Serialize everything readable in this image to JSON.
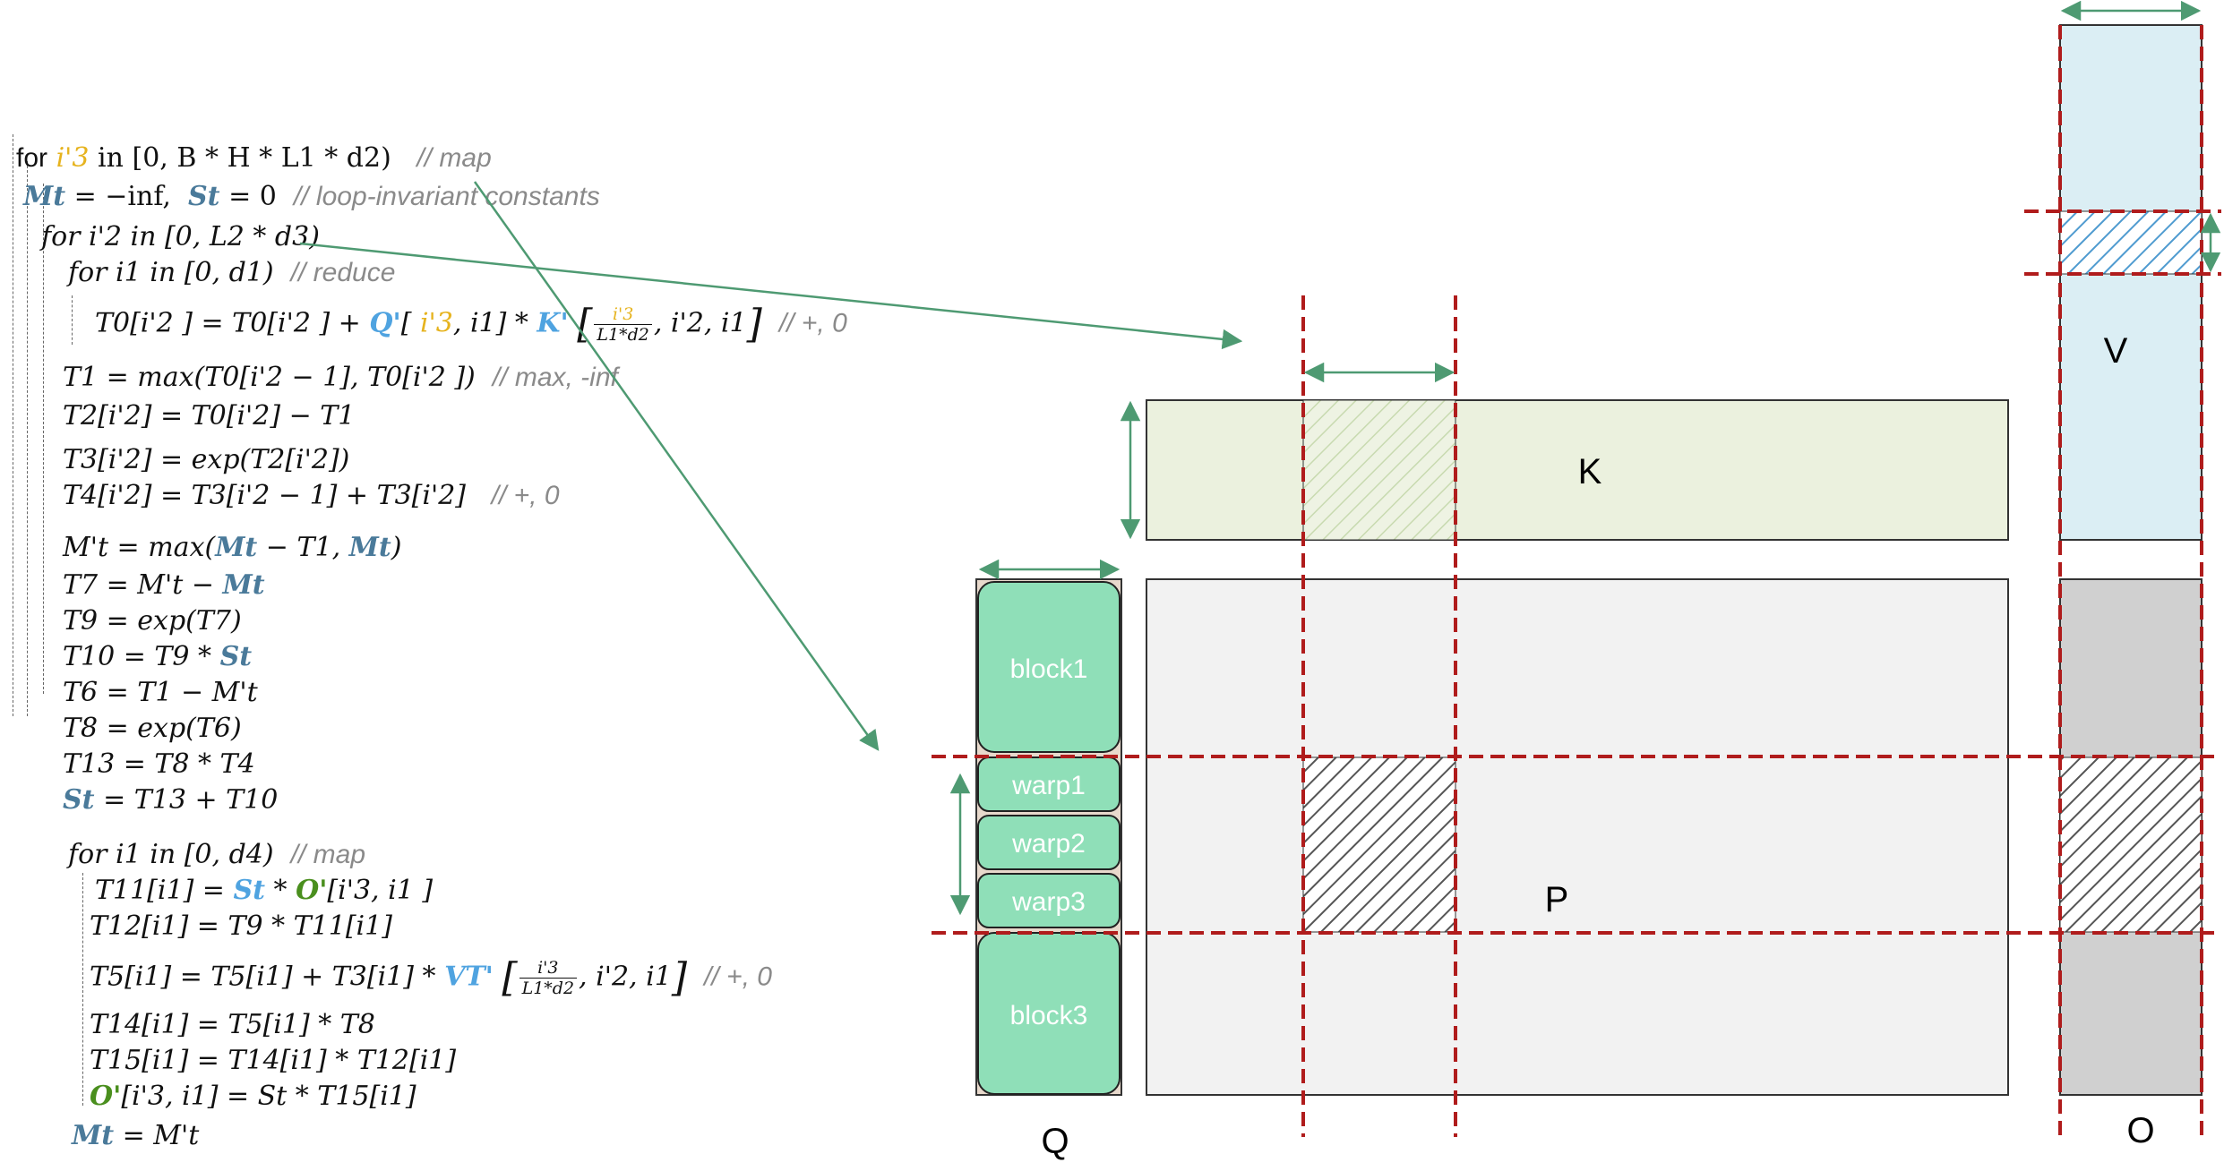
{
  "code": {
    "l1": {
      "kw": "for",
      "var": "i'3",
      "range": "in [0, B * H * L1 * d2)",
      "comment": "// map"
    },
    "l2": {
      "m": "Mt",
      "mval": "= −inf,",
      "s": "St",
      "sval": "= 0",
      "comment": "// loop-invariant constants"
    },
    "l3": {
      "text": "for i'2 in [0, L2 * d3)"
    },
    "l4": {
      "text": "for i1 in [0, d1)",
      "comment": "// reduce"
    },
    "l5": {
      "a": "T0[i'2 ] = T0[i'2 ] + ",
      "q": "Q'",
      "b": "[ ",
      "y": "i'3",
      "c": ", i1] * ",
      "k": "K'",
      "frac_num": "i'3",
      "frac_den": "L1*d2",
      "d": ", i'2, i1",
      "comment": "// +, 0"
    },
    "l6": {
      "text": "T1 = max(T0[i'2 − 1], T0[i'2 ])",
      "comment": "// max, -inf"
    },
    "l7": {
      "text": "T2[i'2] = T0[i'2] − T1"
    },
    "l8": {
      "text": "T3[i'2] = exp(T2[i'2])"
    },
    "l9": {
      "text": "T4[i'2] = T3[i'2 − 1] + T3[i'2]",
      "comment": "// +, 0"
    },
    "l10": {
      "a": "M't = max(",
      "m1": "Mt",
      "b": " − T1, ",
      "m2": "Mt",
      "c": ")"
    },
    "l11": {
      "a": "T7 = M't − ",
      "m": "Mt"
    },
    "l12": {
      "text": "T9 = exp(T7)"
    },
    "l13": {
      "a": "T10 = T9 * ",
      "s": "St"
    },
    "l14": {
      "text": "T6 = T1 − M't"
    },
    "l15": {
      "text": "T8 = exp(T6)"
    },
    "l16": {
      "text": "T13 = T8 * T4"
    },
    "l17": {
      "s": "St",
      "a": " = T13 + T10"
    },
    "l18": {
      "text": "for i1 in [0, d4)",
      "comment": "// map"
    },
    "l19": {
      "a": "T11[i1] = ",
      "s": "St",
      "b": " * ",
      "o": "O'",
      "c": "[i'3, i1 ]"
    },
    "l20": {
      "text": "T12[i1] = T9 * T11[i1]"
    },
    "l21": {
      "a": "T5[i1] = T5[i1] + T3[i1] * ",
      "v": "VT'",
      "frac_num": "i'3",
      "frac_den": "L1*d2",
      "d": ", i'2, i1",
      "comment": "// +, 0"
    },
    "l22": {
      "text": "T14[i1] = T5[i1] * T8"
    },
    "l23": {
      "text": "T15[i1] = T14[i1] * T12[i1]"
    },
    "l24": {
      "o": "O'",
      "a": "[i'3, i1] = St * T15[i1]"
    },
    "l25": {
      "m": "Mt",
      "a": " = M't"
    }
  },
  "diagram": {
    "labels": {
      "q": "Q",
      "k": "K",
      "p": "P",
      "v": "V",
      "o": "O"
    },
    "q_blocks": [
      "block1",
      "warp1",
      "warp2",
      "warp3",
      "block3"
    ]
  },
  "colors": {
    "k_fill": "#ebf1de",
    "v_fill": "#dbeef4",
    "p_fill": "#f2f2f2",
    "o_fill": "#d0d0d0",
    "block_fill": "#8fdfb8",
    "arrow": "#4e9a72",
    "dash_red": "#b01c1c",
    "mt": "#4a7a9a",
    "q_blue": "#4fa3e0",
    "o_green": "#4a8f1e",
    "i3_yellow": "#e6b31e"
  }
}
